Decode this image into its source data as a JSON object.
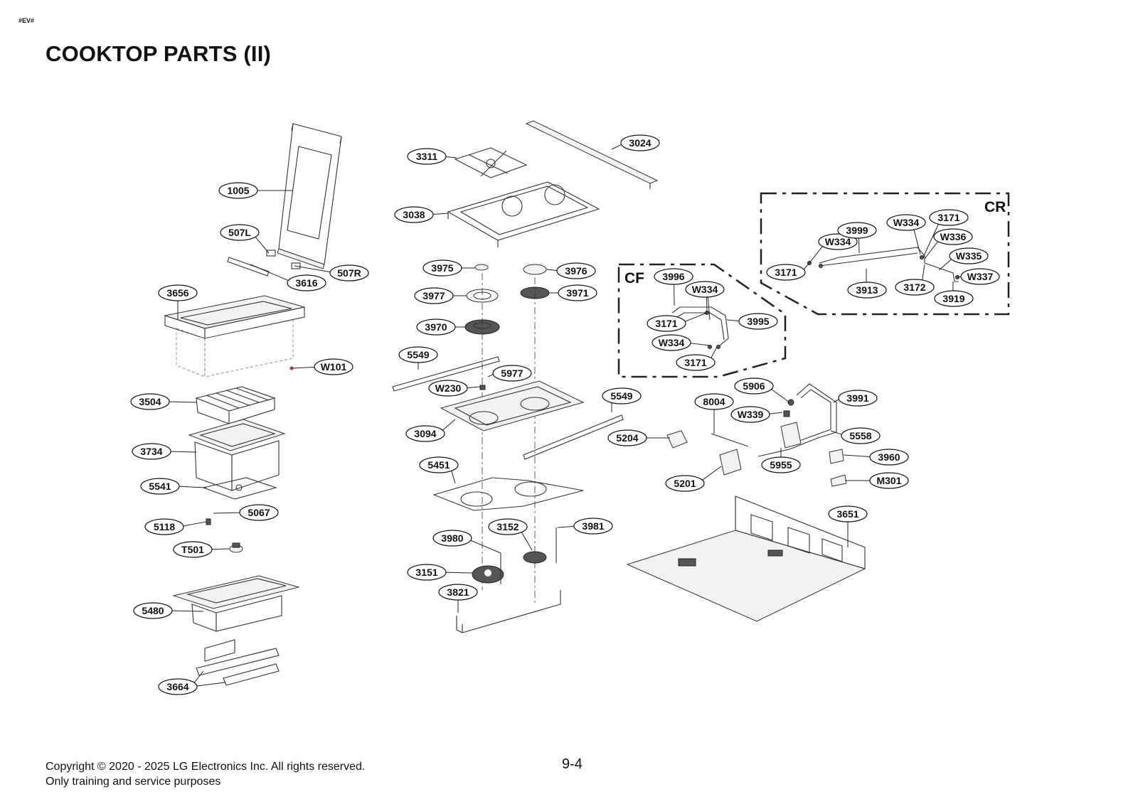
{
  "header": {
    "tag": "#EV#",
    "title": "COOKTOP PARTS (II)"
  },
  "footer": {
    "copyright": "Copyright © 2020 - 2025 LG Electronics Inc. All rights reserved.",
    "note": "Only training and service purposes",
    "page_number": "9-4"
  },
  "groups": {
    "cf": "CF",
    "cr": "CR"
  },
  "callouts": {
    "c1005": "1005",
    "c507L": "507L",
    "c3616": "3616",
    "c507R": "507R",
    "c3656": "3656",
    "cW101": "W101",
    "c3504": "3504",
    "c3734": "3734",
    "c5541": "5541",
    "c5067": "5067",
    "c5118": "5118",
    "cT501": "T501",
    "c5480": "5480",
    "c3664": "3664",
    "c3311": "3311",
    "c3024": "3024",
    "c3038": "3038",
    "c3975": "3975",
    "c3976": "3976",
    "c3977": "3977",
    "c3971": "3971",
    "c3970": "3970",
    "c5549a": "5549",
    "c5977": "5977",
    "cW230": "W230",
    "c5549b": "5549",
    "c3094": "3094",
    "c5451": "5451",
    "c3980": "3980",
    "c3152": "3152",
    "c3981": "3981",
    "c3151": "3151",
    "c3821": "3821",
    "c3996": "3996",
    "cW334cf1": "W334",
    "c3171cf1": "3171",
    "c3995": "3995",
    "cW334cf2": "W334",
    "c3171cf2": "3171",
    "cW334cr1": "W334",
    "c3171cr1": "3171",
    "c3999": "3999",
    "cW334cr2": "W334",
    "cW336": "W336",
    "cW335": "W335",
    "c3171cr2": "3171",
    "c3913": "3913",
    "c3172": "3172",
    "cW337": "W337",
    "c3919": "3919",
    "c5906": "5906",
    "c3991": "3991",
    "c8004": "8004",
    "cW339": "W339",
    "c5204": "5204",
    "c5558": "5558",
    "c5955": "5955",
    "c3960": "3960",
    "c5201": "5201",
    "cM301": "M301",
    "c3651": "3651"
  }
}
